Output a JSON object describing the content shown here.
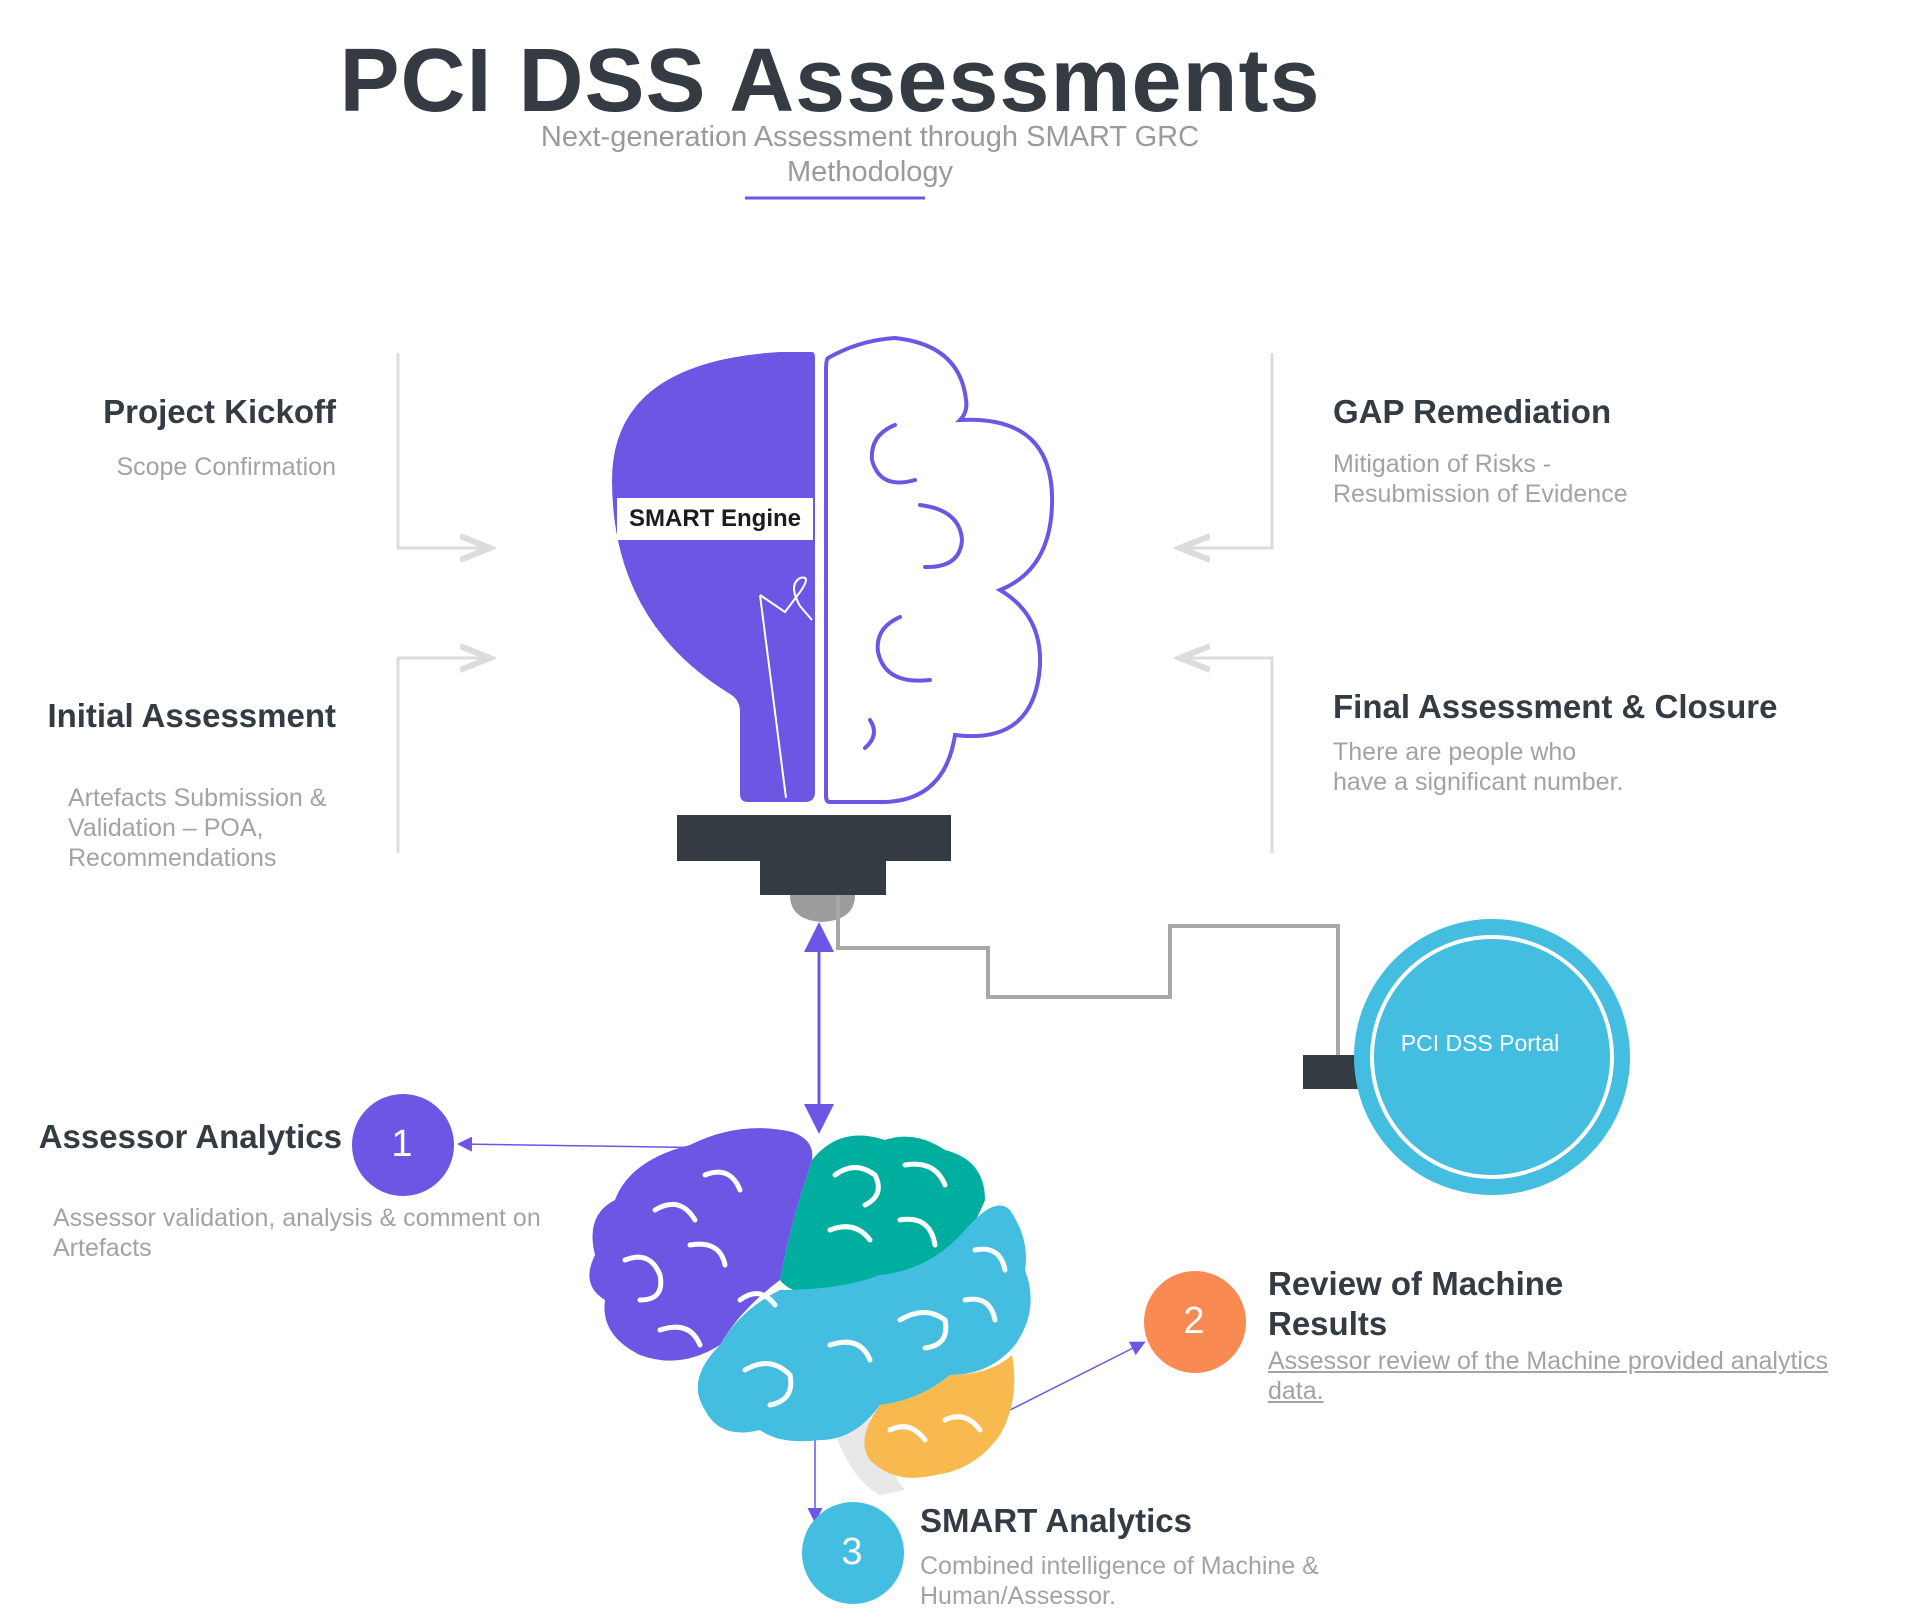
{
  "header": {
    "title": "PCI DSS Assessments",
    "subtitle_line1": "Next-generation Assessment through SMART GRC",
    "subtitle_line2": "Methodology"
  },
  "engine": {
    "label": "SMART Engine"
  },
  "portal": {
    "label": "PCI DSS Portal"
  },
  "steps": {
    "project_kickoff": {
      "title": "Project Kickoff",
      "desc": "Scope Confirmation"
    },
    "initial_assessment": {
      "title": "Initial Assessment",
      "desc_lines": [
        "Artefacts Submission &",
        "Validation – POA,",
        "Recommendations"
      ]
    },
    "gap_remediation": {
      "title": "GAP Remediation",
      "desc_lines": [
        "Mitigation of Risks -",
        "Resubmission of Evidence"
      ]
    },
    "final_assessment": {
      "title": "Final Assessment & Closure",
      "desc_lines": [
        "There are people who",
        "have a significant number."
      ]
    }
  },
  "analytics": {
    "assessor": {
      "number": "1",
      "title": "Assessor Analytics",
      "desc_lines": [
        "Assessor validation, analysis & comment on",
        "Artefacts"
      ]
    },
    "review": {
      "number": "2",
      "title_lines": [
        "Review of Machine",
        "Results"
      ],
      "desc_lines": [
        "Assessor review of the Machine provided analytics",
        "data."
      ]
    },
    "smart": {
      "number": "3",
      "title": "SMART Analytics",
      "desc_lines": [
        "Combined intelligence of Machine &",
        "Human/Assessor."
      ]
    }
  },
  "colors": {
    "purple": "#6c56e3",
    "teal": "#00ae9f",
    "blue": "#43bde0",
    "orange": "#f98a52",
    "yellow": "#f8ba4f",
    "dark": "#353b43",
    "portal": "#43bde0"
  }
}
